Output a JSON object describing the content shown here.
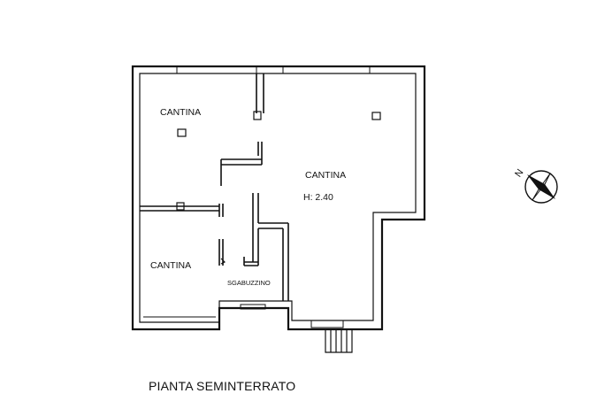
{
  "rooms": {
    "cantina_top_left": "CANTINA",
    "cantina_main": "CANTINA",
    "cantina_main_height": "H: 2.40",
    "cantina_bottom_left": "CANTINA",
    "sgabuzzino": "SGABUZZINO"
  },
  "compass": {
    "north_label": "N"
  },
  "caption": "PIANTA SEMINTERRATO"
}
